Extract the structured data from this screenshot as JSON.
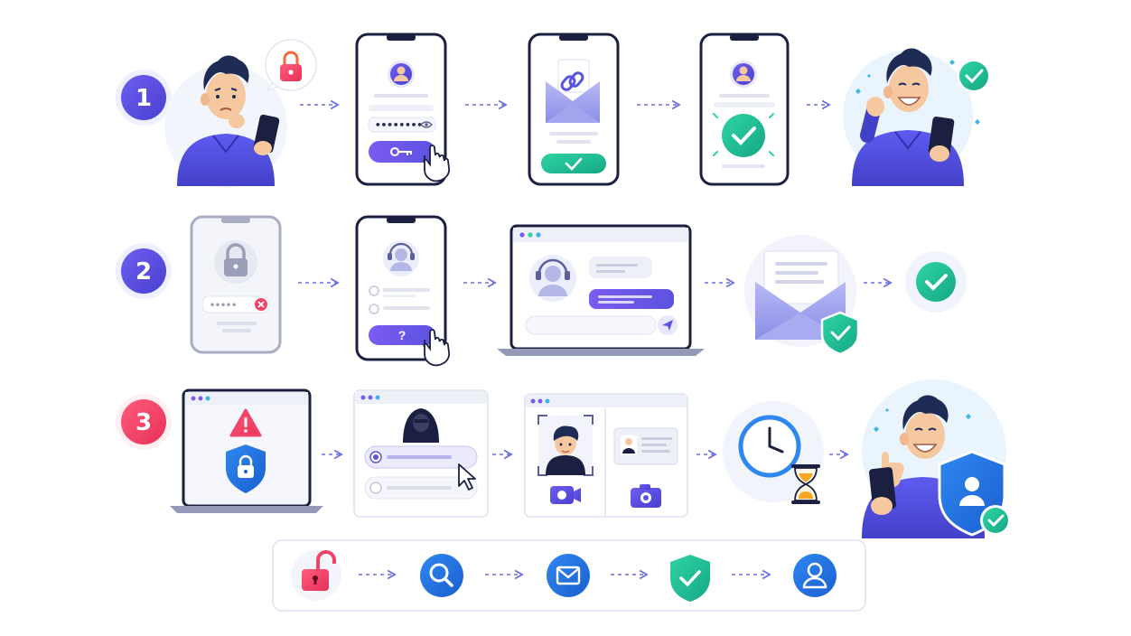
{
  "flows": [
    {
      "number": "1",
      "steps": [
        "person-worried",
        "phone-login",
        "phone-email-link",
        "phone-verified",
        "person-happy"
      ]
    },
    {
      "number": "2",
      "steps": [
        "phone-locked",
        "phone-help",
        "laptop-support-chat",
        "envelope-shield",
        "check-circle"
      ]
    },
    {
      "number": "3",
      "steps": [
        "laptop-alert",
        "browser-hacker-options",
        "browser-id-verification",
        "clock-hourglass",
        "person-shield"
      ]
    }
  ],
  "password_mask": "••••••••",
  "locked_mask": "•••••",
  "help_glyph": "?",
  "summary_icons": [
    "unlocked-padlock-icon",
    "search-icon",
    "mail-icon",
    "shield-check-icon",
    "user-profile-icon"
  ],
  "colors": {
    "primary": "#5b52e0",
    "purple": "#7c63e6",
    "teal": "#1fbf95",
    "red": "#f04468",
    "skin": "#f6c8a0",
    "hair": "#1d2b55",
    "blue": "#1d6fe0"
  }
}
